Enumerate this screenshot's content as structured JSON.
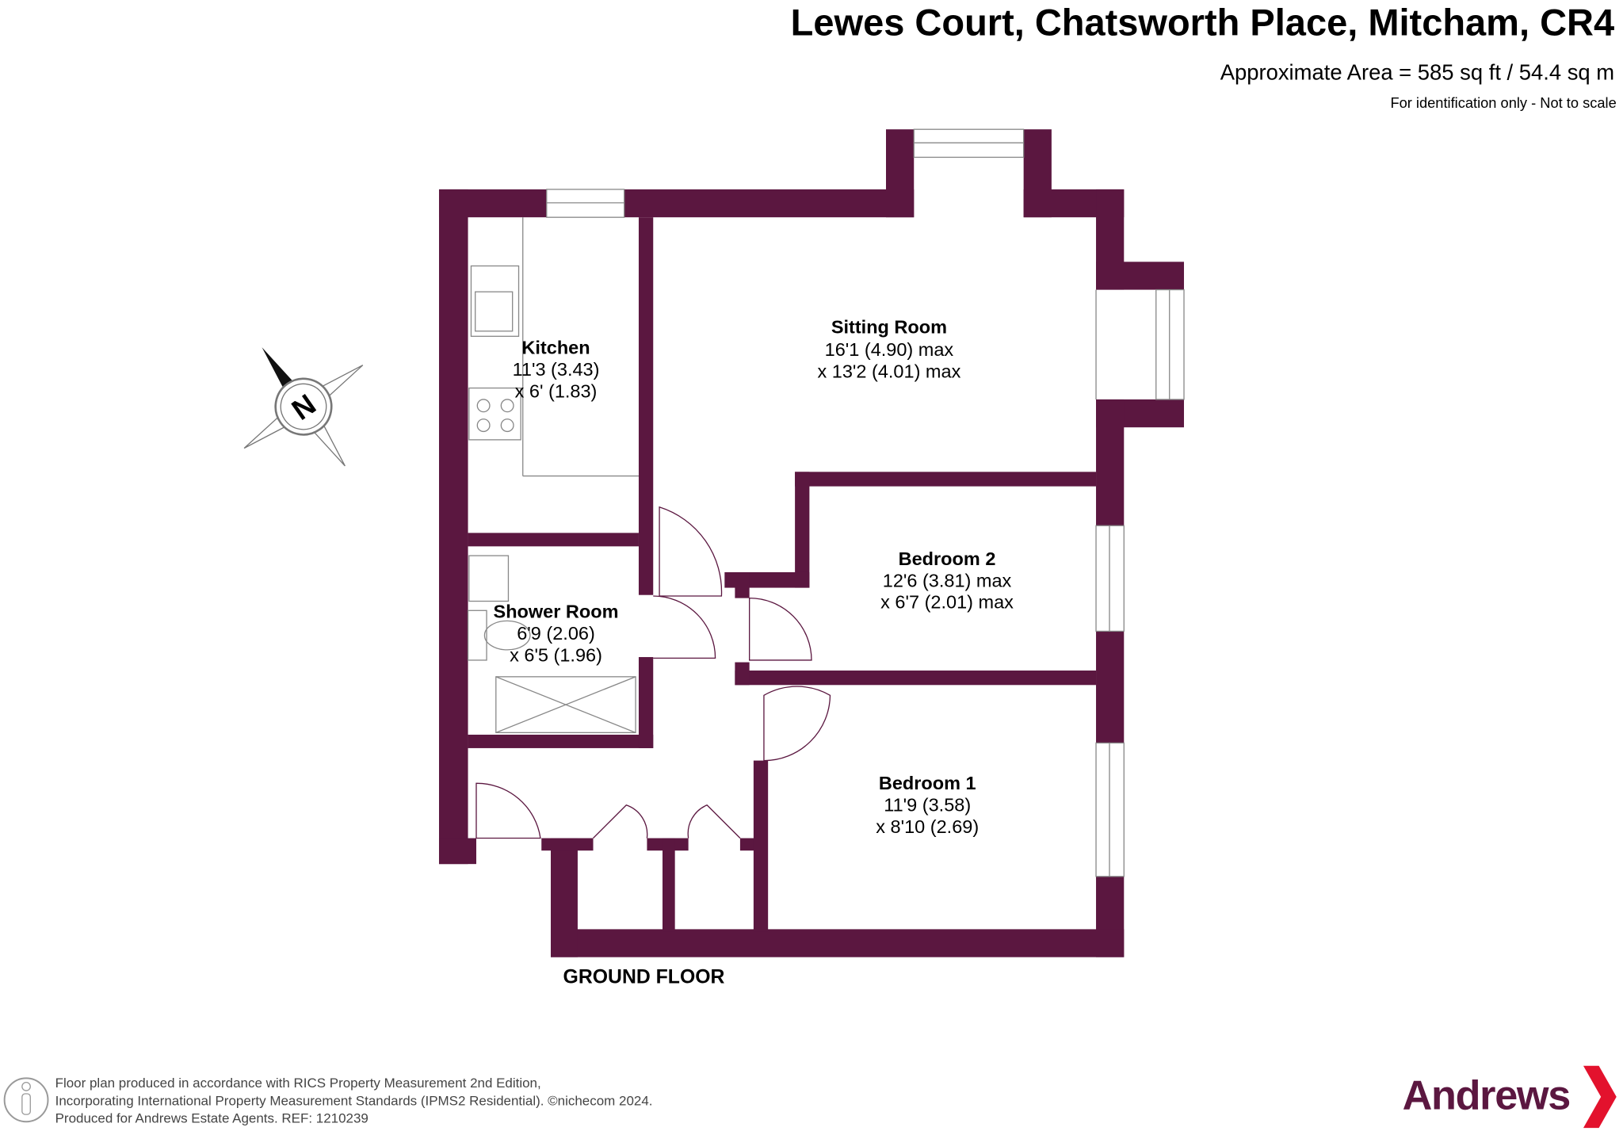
{
  "header": {
    "title": "Lewes Court, Chatsworth Place, Mitcham, CR4",
    "area": "Approximate Area = 585 sq ft / 54.4 sq m",
    "note": "For identification only - Not to scale"
  },
  "compass": {
    "label": "N"
  },
  "rooms": [
    {
      "name": "Kitchen",
      "dim1": "11'3 (3.43)",
      "dim2": "x 6' (1.83)"
    },
    {
      "name": "Sitting Room",
      "dim1": "16'1 (4.90) max",
      "dim2": "x 13'2 (4.01) max"
    },
    {
      "name": "Bedroom 2",
      "dim1": "12'6 (3.81) max",
      "dim2": "x 6'7 (2.01) max"
    },
    {
      "name": "Shower Room",
      "dim1": "6'9 (2.06)",
      "dim2": "x 6'5 (1.96)"
    },
    {
      "name": "Bedroom 1",
      "dim1": "11'9 (3.58)",
      "dim2": "x 8'10 (2.69)"
    }
  ],
  "floor_label": "GROUND FLOOR",
  "footer": {
    "line1": "Floor plan produced in accordance with RICS Property Measurement 2nd Edition,",
    "line2": "Incorporating International Property Measurement Standards (IPMS2 Residential).   ©nichecom 2024.",
    "line3": "Produced for Andrews Estate Agents.    REF: 1210239"
  },
  "brand": {
    "name": "Andrews",
    "color": "#5b1740",
    "accent": "#e3122d"
  },
  "colors": {
    "wall": "#5b1740"
  }
}
